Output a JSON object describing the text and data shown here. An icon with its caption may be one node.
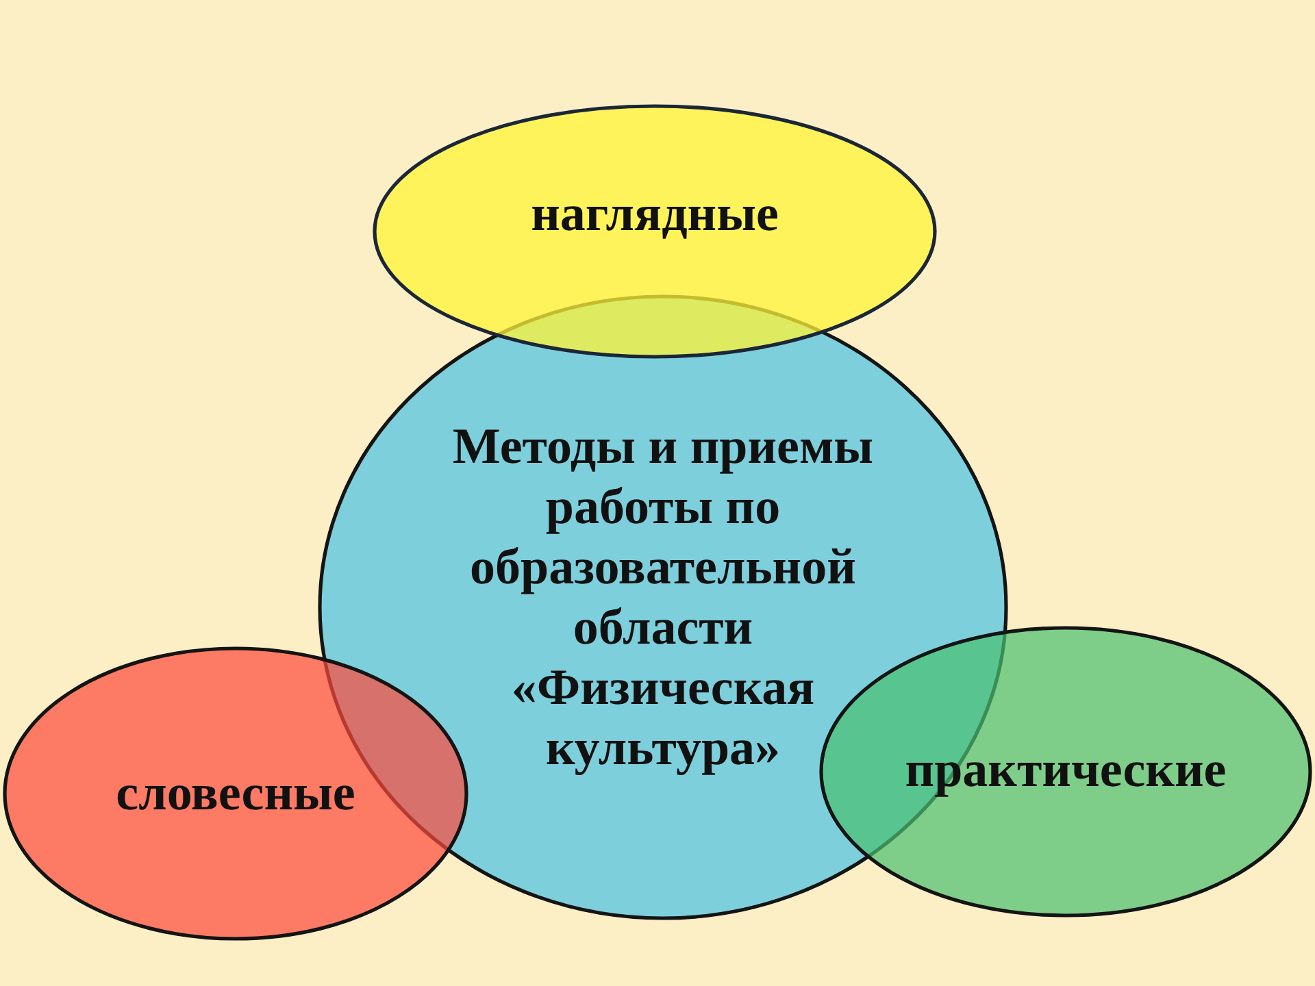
{
  "diagram": {
    "nodes": [
      {
        "text": [
          "наглядные"
        ]
      },
      {
        "text": [
          "Методы и приемы работы по образовательной области «Физическая культура»"
        ]
      },
      {
        "text": [
          "словесные"
        ]
      },
      {
        "text": [
          "практические"
        ]
      }
    ]
  }
}
